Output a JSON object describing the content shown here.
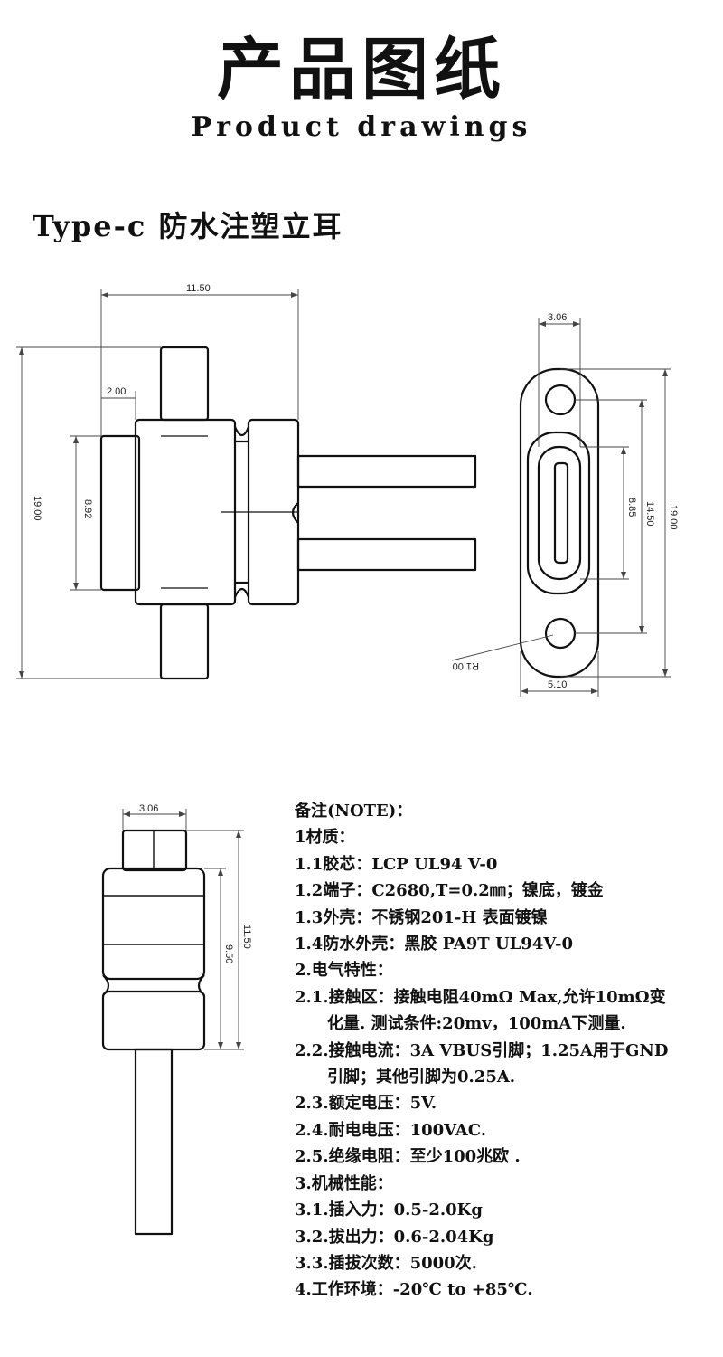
{
  "header": {
    "title_cn": "产品图纸",
    "title_en": "Product drawings",
    "subtitle": "Type-c 防水注塑立耳"
  },
  "dimensions": {
    "front_width": "11.50",
    "front_height": "19.00",
    "front_step": "2.00",
    "front_inner": "8.92",
    "end_top": "3.06",
    "end_slot": "8.85",
    "end_mid": "14.50",
    "end_height": "19.00",
    "end_radius": "R1.00",
    "end_width": "5.10",
    "side_top": "3.06",
    "side_height": "11.50",
    "side_body": "9.50"
  },
  "notes": {
    "heading": "备注(NOTE)：",
    "lines": [
      "1材质：",
      "1.1胶芯：LCP UL94 V-0",
      "1.2端子：C2680,T=0.2㎜；镍底，镀金",
      "1.3外壳：不锈钢201-H 表面镀镍",
      "1.4防水外壳：黑胶 PA9T UL94V-0",
      "2.电气特性：",
      "2.1.接触区：接触电阻40mΩ Max,允许10mΩ变",
      "化量. 测试条件:20mv，100mA下测量.",
      "2.2.接触电流：3A VBUS引脚；1.25A用于GND",
      "引脚；其他引脚为0.25A.",
      "2.3.额定电压：5V.",
      "2.4.耐电电压：100VAC.",
      "2.5.绝缘电阻：至少100兆欧 .",
      "3.机械性能：",
      "3.1.插入力：0.5-2.0Kg",
      "3.2.拔出力：0.6-2.04Kg",
      "3.3.插拔次数：5000次.",
      "4.工作环境：-20℃ to +85℃."
    ]
  }
}
